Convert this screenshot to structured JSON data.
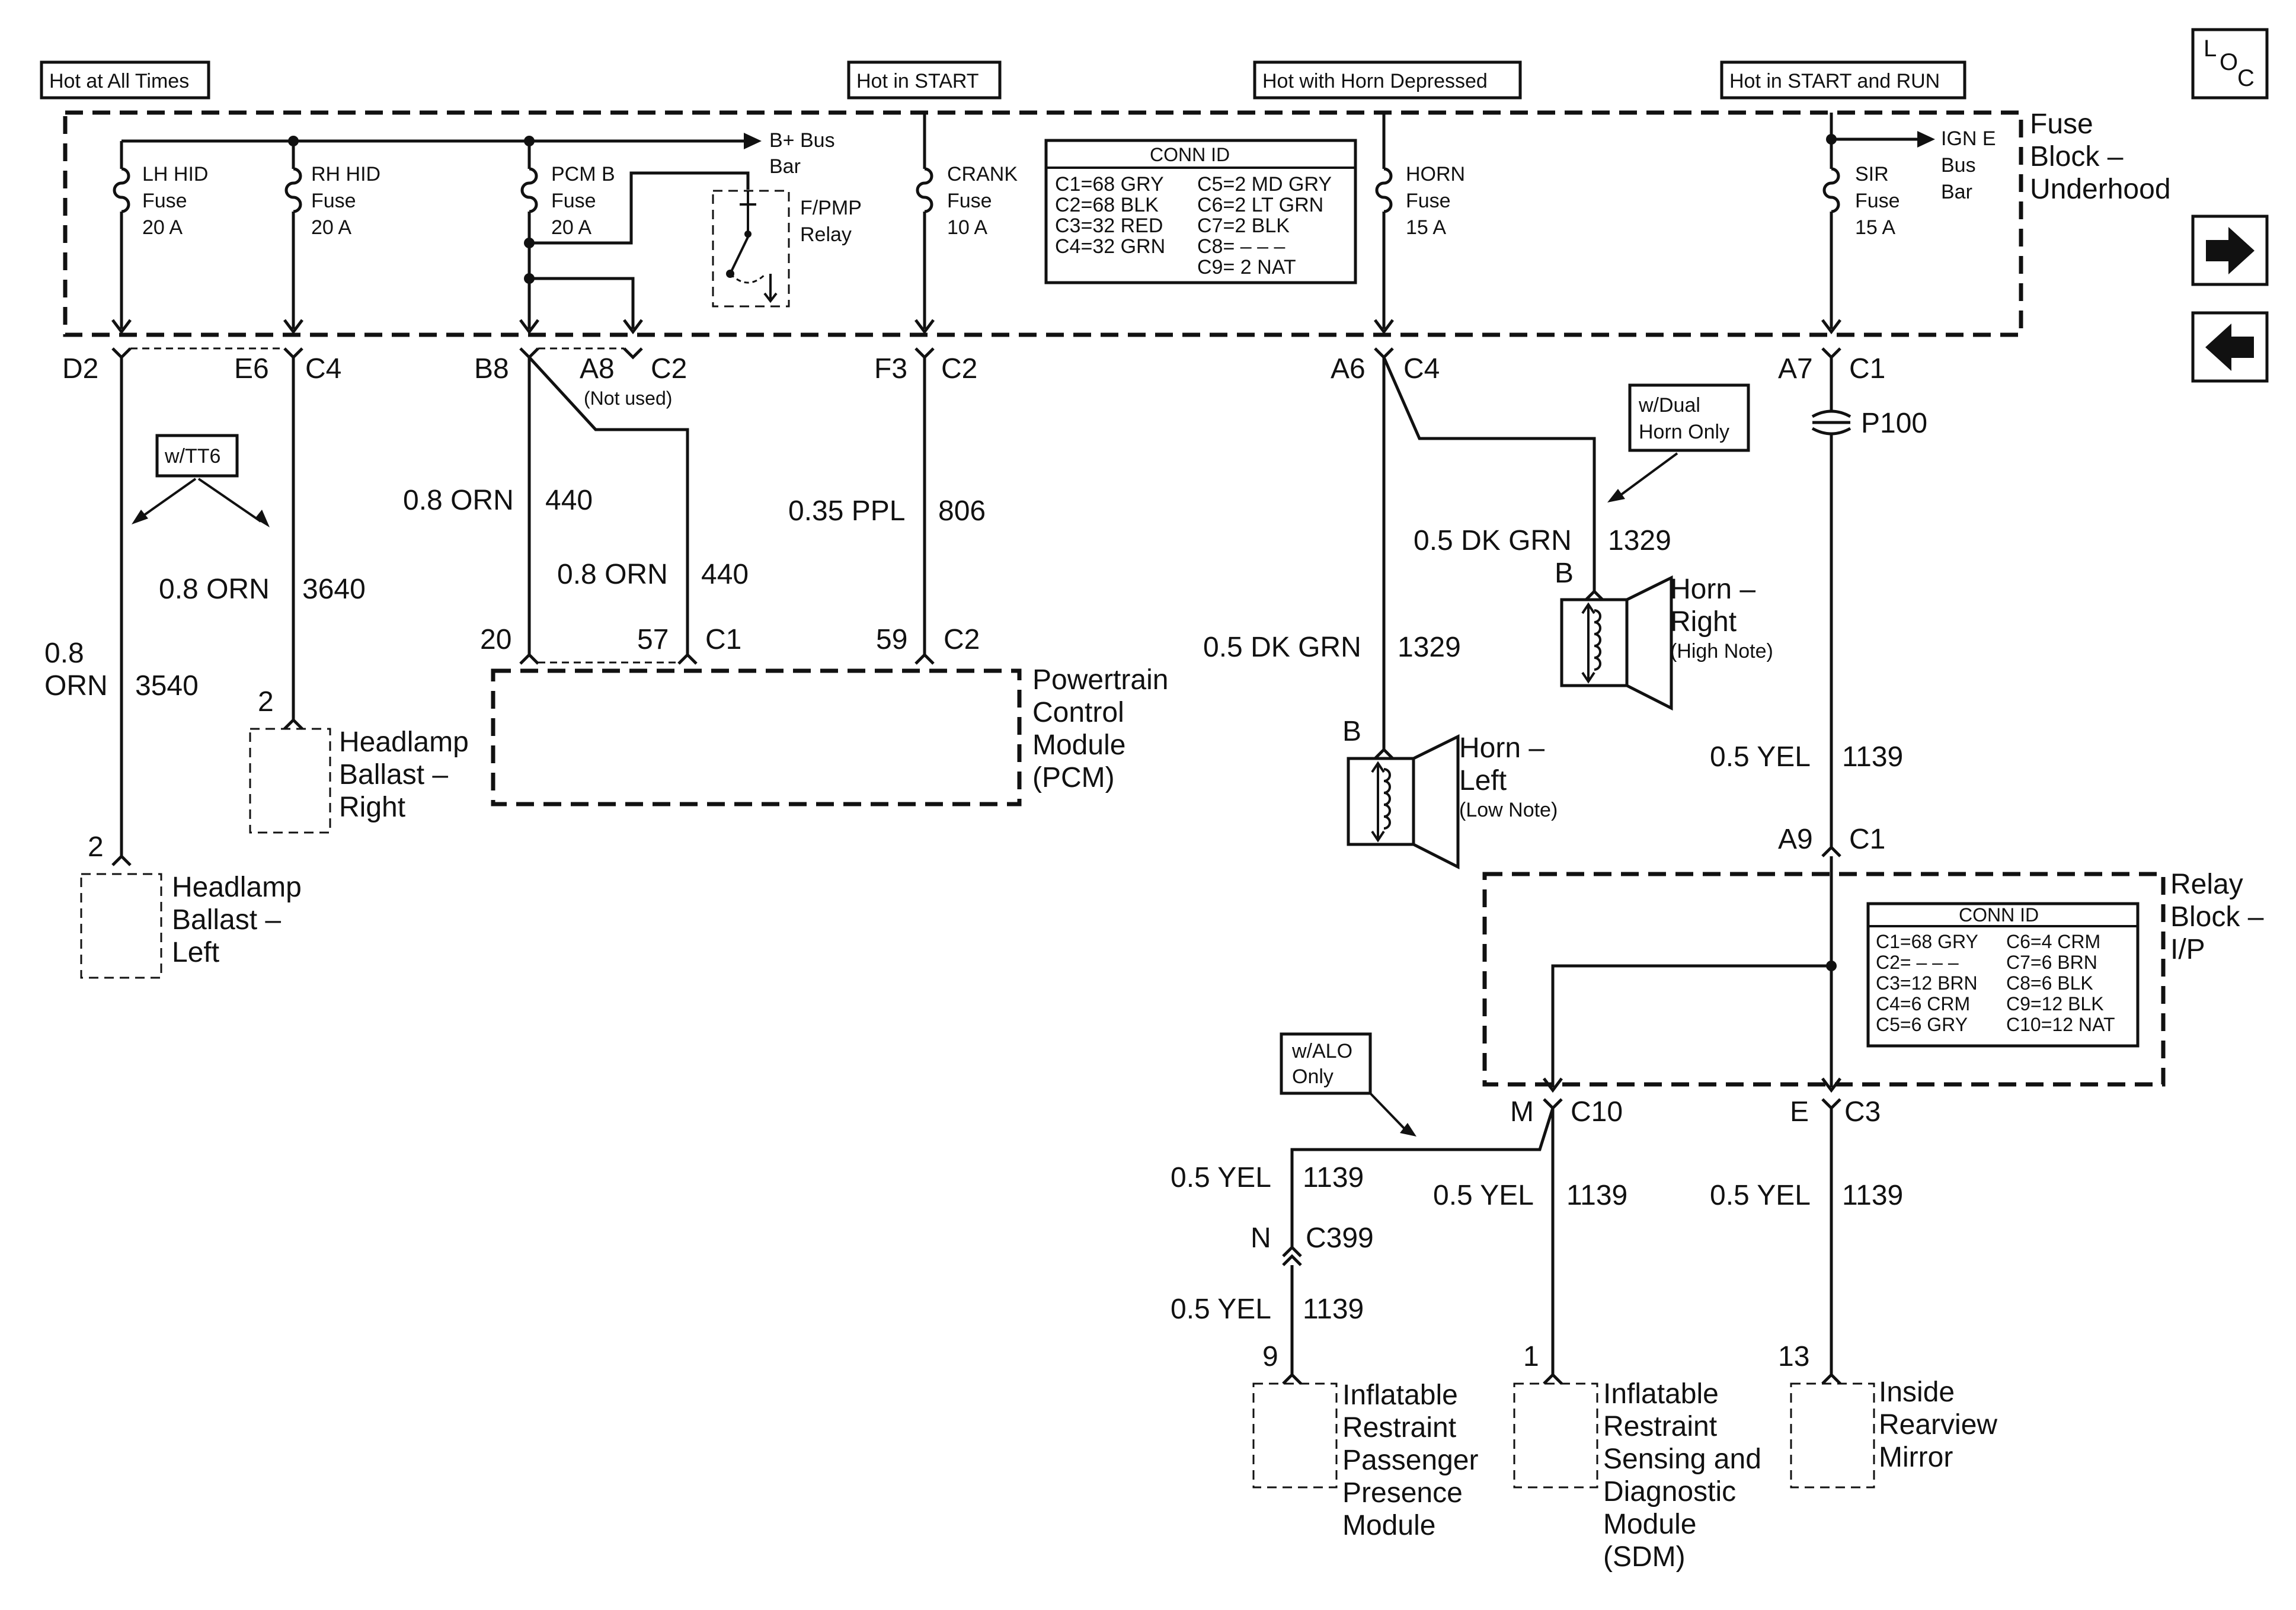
{
  "nav": {
    "loc": {
      "l": "L",
      "o": "O",
      "c": "C"
    }
  },
  "power_labels": {
    "hot_all_times": "Hot at All Times",
    "hot_start": "Hot in START",
    "hot_horn": "Hot with Horn Depressed",
    "hot_start_run": "Hot in START and RUN"
  },
  "fuse_block": {
    "title1": "Fuse",
    "title2": "Block –",
    "title3": "Underhood",
    "fuses": {
      "lh_hid": {
        "l1": "LH HID",
        "l2": "Fuse",
        "l3": "20 A"
      },
      "rh_hid": {
        "l1": "RH HID",
        "l2": "Fuse",
        "l3": "20 A"
      },
      "pcm_b": {
        "l1": "PCM B",
        "l2": "Fuse",
        "l3": "20 A"
      },
      "crank": {
        "l1": "CRANK",
        "l2": "Fuse",
        "l3": "10 A"
      },
      "horn": {
        "l1": "HORN",
        "l2": "Fuse",
        "l3": "15 A"
      },
      "sir": {
        "l1": "SIR",
        "l2": "Fuse",
        "l3": "15 A"
      }
    },
    "bplus_bus": {
      "l1": "B+ Bus",
      "l2": "Bar"
    },
    "ign_e_bus": {
      "l1": "IGN E",
      "l2": "Bus",
      "l3": "Bar"
    },
    "fpmp_relay": {
      "l1": "F/PMP",
      "l2": "Relay"
    },
    "conn_id": {
      "title": "CONN ID",
      "left": [
        "C1=68 GRY",
        "C2=68 BLK",
        "C3=32 RED",
        "C4=32 GRN"
      ],
      "right": [
        "C5=2 MD GRY",
        "C6=2 LT GRN",
        "C7=2 BLK",
        "C8= – – –",
        "C9= 2 NAT"
      ]
    }
  },
  "connectors": {
    "d2": "D2",
    "e6": "E6",
    "c4a": "C4",
    "b8": "B8",
    "a8": "A8",
    "c2a": "C2",
    "not_used": "(Not used)",
    "f3": "F3",
    "c2b": "C2",
    "a6": "A6",
    "c4b": "C4",
    "a7": "A7",
    "c1a": "C1",
    "p100": "P100",
    "a9": "A9",
    "c1b": "C1",
    "m": "M",
    "c10": "C10",
    "e": "E",
    "c3": "C3",
    "n": "N",
    "c399": "C399",
    "pcm_20": "20",
    "pcm_57": "57",
    "pcm_c1": "C1",
    "pcm_59": "59",
    "pcm_c2": "C2",
    "hb_right_pin": "2",
    "hb_left_pin": "2",
    "horn_r_pin": "B",
    "horn_l_pin": "B",
    "pin_9": "9",
    "pin_1": "1",
    "pin_13": "13"
  },
  "wires": {
    "w3540": {
      "gauge_a": "0.8",
      "gauge_b": "ORN",
      "circuit": "3540"
    },
    "w3640": {
      "gauge": "0.8 ORN",
      "circuit": "3640"
    },
    "w440a": {
      "gauge": "0.8 ORN",
      "circuit": "440"
    },
    "w440b": {
      "gauge": "0.8 ORN",
      "circuit": "440"
    },
    "w806": {
      "gauge": "0.35 PPL",
      "circuit": "806"
    },
    "w1329r": {
      "gauge": "0.5 DK GRN",
      "circuit": "1329"
    },
    "w1329l": {
      "gauge": "0.5 DK GRN",
      "circuit": "1329"
    },
    "w1139a": {
      "gauge": "0.5 YEL",
      "circuit": "1139"
    },
    "w1139b": {
      "gauge": "0.5 YEL",
      "circuit": "1139"
    },
    "w1139c": {
      "gauge": "0.5 YEL",
      "circuit": "1139"
    },
    "w1139d": {
      "gauge": "0.5 YEL",
      "circuit": "1139"
    },
    "w1139e": {
      "gauge": "0.5 YEL",
      "circuit": "1139"
    }
  },
  "options": {
    "tt6": "w/TT6",
    "dual_horn": {
      "l1": "w/Dual",
      "l2": "Horn Only"
    },
    "alo": {
      "l1": "w/ALO",
      "l2": "Only"
    }
  },
  "components": {
    "headlamp_right": {
      "l1": "Headlamp",
      "l2": "Ballast –",
      "l3": "Right"
    },
    "headlamp_left": {
      "l1": "Headlamp",
      "l2": "Ballast –",
      "l3": "Left"
    },
    "pcm": {
      "l1": "Powertrain",
      "l2": "Control",
      "l3": "Module",
      "l4": "(PCM)"
    },
    "horn_right": {
      "l1": "Horn –",
      "l2": "Right",
      "l3": "(High Note)"
    },
    "horn_left": {
      "l1": "Horn –",
      "l2": "Left",
      "l3": "(Low Note)"
    },
    "irppm": {
      "l1": "Inflatable",
      "l2": "Restraint",
      "l3": "Passenger",
      "l4": "Presence",
      "l5": "Module"
    },
    "sdm": {
      "l1": "Inflatable",
      "l2": "Restraint",
      "l3": "Sensing and",
      "l4": "Diagnostic",
      "l5": "Module",
      "l6": "(SDM)"
    },
    "mirror": {
      "l1": "Inside",
      "l2": "Rearview",
      "l3": "Mirror"
    }
  },
  "relay_block": {
    "title1": "Relay",
    "title2": "Block –",
    "title3": "I/P",
    "conn_id": {
      "title": "CONN ID",
      "left": [
        "C1=68 GRY",
        "C2= – – –",
        "C3=12 BRN",
        "C4=6 CRM",
        "C5=6 GRY"
      ],
      "right": [
        "C6=4 CRM",
        "C7=6 BRN",
        "C8=6 BLK",
        "C9=12 BLK",
        "C10=12 NAT"
      ]
    }
  }
}
